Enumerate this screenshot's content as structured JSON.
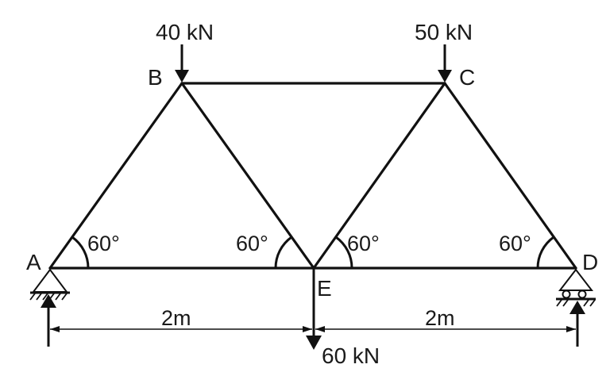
{
  "diagram": {
    "type": "truss",
    "nodes": {
      "A": {
        "label": "A"
      },
      "B": {
        "label": "B"
      },
      "C": {
        "label": "C"
      },
      "D": {
        "label": "D"
      },
      "E": {
        "label": "E"
      }
    },
    "members": [
      "AB",
      "BC",
      "CD",
      "AE",
      "ED",
      "BE",
      "EC"
    ],
    "loads": {
      "B": "40 kN",
      "C": "50 kN",
      "E": "60 kN"
    },
    "angles": {
      "A": "60°",
      "E_left": "60°",
      "E_right": "60°",
      "D": "60°"
    },
    "dimensions": {
      "AE": "2m",
      "ED": "2m"
    },
    "supports": {
      "A": "pin support",
      "D": "roller support"
    }
  }
}
